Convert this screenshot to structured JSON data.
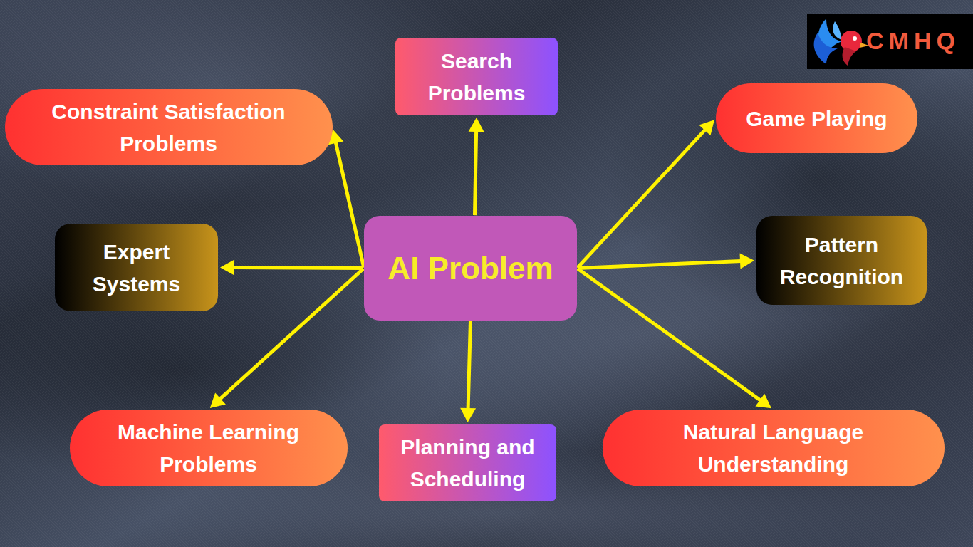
{
  "diagram": {
    "nodes": [
      {
        "text": [
          "Search Problems"
        ]
      },
      {
        "text": [
          "Constraint Satisfaction Problems"
        ]
      },
      {
        "text": [
          "Game Playing"
        ]
      },
      {
        "text": [
          "Expert Systems"
        ]
      },
      {
        "text": [
          "AI Problem"
        ]
      },
      {
        "text": [
          "Pattern Recognition"
        ]
      },
      {
        "text": [
          "Machine Learning Problems"
        ]
      },
      {
        "text": [
          "Planning and Scheduling"
        ]
      },
      {
        "text": [
          "Natural Language Understanding"
        ]
      }
    ],
    "edges": [
      {
        "from": 4,
        "to": 0,
        "arrow": "to"
      },
      {
        "from": 4,
        "to": 1,
        "arrow": "to"
      },
      {
        "from": 4,
        "to": 2,
        "arrow": "to"
      },
      {
        "from": 4,
        "to": 3,
        "arrow": "to"
      },
      {
        "from": 4,
        "to": 5,
        "arrow": "to"
      },
      {
        "from": 4,
        "to": 6,
        "arrow": "to"
      },
      {
        "from": 4,
        "to": 7,
        "arrow": "to"
      },
      {
        "from": 4,
        "to": 8,
        "arrow": "to"
      }
    ],
    "labels": [
      "CMHQ"
    ]
  }
}
